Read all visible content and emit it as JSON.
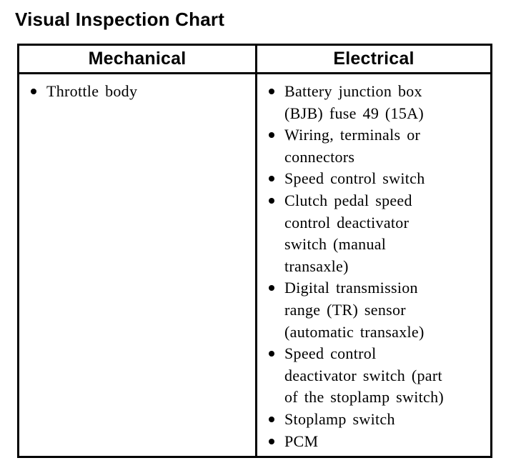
{
  "page_title": "Visual Inspection Chart",
  "table": {
    "headers": {
      "mechanical": "Mechanical",
      "electrical": "Electrical"
    },
    "row": {
      "mechanical_items": [
        "Throttle body"
      ],
      "electrical_items": [
        "Battery junction box\n(BJB) fuse 49 (15A)",
        "Wiring, terminals or\nconnectors",
        "Speed control switch",
        "Clutch pedal speed\ncontrol deactivator\nswitch (manual\ntransaxle)",
        "Digital transmission\nrange (TR) sensor\n(automatic transaxle)",
        "Speed control\ndeactivator switch (part\nof the stoplamp switch)",
        "Stoplamp switch",
        "PCM"
      ]
    }
  },
  "colors": {
    "text": "#000000",
    "border": "#000000",
    "background": "#ffffff"
  }
}
